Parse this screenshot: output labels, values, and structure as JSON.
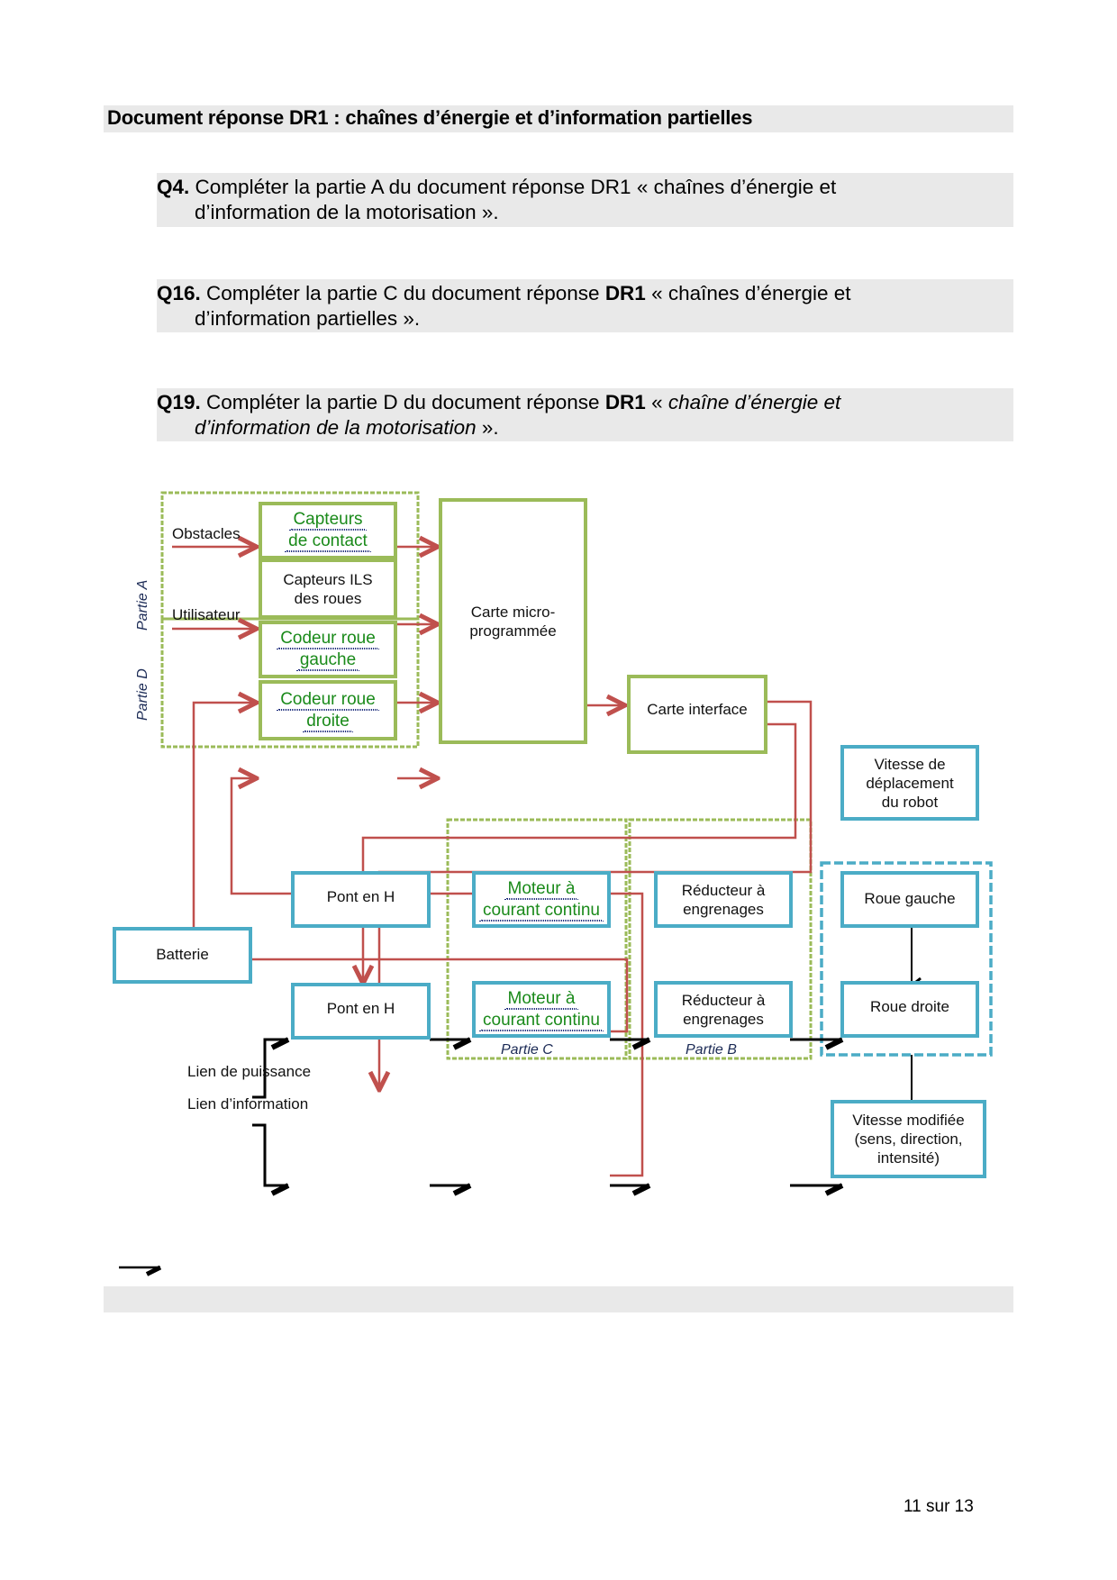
{
  "header": {
    "title": "Document réponse DR1 : chaînes d’énergie et d’information partielles"
  },
  "questions": [
    {
      "num": "Q4.",
      "line1": "Compléter la partie A du document réponse DR1 « chaînes d’énergie et",
      "line2": "d’information de la motorisation »."
    },
    {
      "num": "Q16.",
      "pre": "Compléter la partie C du document réponse",
      "bold": "DR1",
      "post": "« chaînes d’énergie et",
      "line2": "d’information partielles »."
    },
    {
      "num": "Q19.",
      "pre": "Compléter la partie D du document réponse",
      "bold": "DR1",
      "post_plain": "«",
      "post_italic": "chaîne d’énergie et",
      "line2_italic": "d’information de la motorisation",
      "line2_tail": " »."
    }
  ],
  "diagram": {
    "inputs": {
      "obstacles": "Obstacles",
      "utilisateur": "Utilisateur"
    },
    "parts": {
      "a": "Partie A",
      "b": "Partie B",
      "c": "Partie C",
      "d": "Partie D"
    },
    "boxes": {
      "capteurs_contact": {
        "line1": "Capteurs",
        "line2": "de contact"
      },
      "capteurs_ils": {
        "line1": "Capteurs ILS",
        "line2": "des roues"
      },
      "codeur_gauche": {
        "line1": "Codeur roue",
        "line2": "gauche"
      },
      "codeur_droite": {
        "line1": "Codeur roue",
        "line2": "droite"
      },
      "carte_micro": {
        "line1": "Carte micro-",
        "line2": "programmée"
      },
      "carte_interface": "Carte interface",
      "batterie": "Batterie",
      "pont_h_top": "Pont en H",
      "pont_h_bottom": "Pont en H",
      "moteur_top": {
        "line1": "Moteur à",
        "line2": "courant continu"
      },
      "moteur_bottom": {
        "line1": "Moteur à",
        "line2": "courant continu"
      },
      "reducteur_top": {
        "line1": "Réducteur à",
        "line2": "engrenages"
      },
      "reducteur_bottom": {
        "line1": "Réducteur à",
        "line2": "engrenages"
      },
      "roue_gauche": "Roue gauche",
      "roue_droite": "Roue droite",
      "vitesse_deplacement": {
        "line1": "Vitesse de",
        "line2": "déplacement",
        "line3": "du robot"
      },
      "vitesse_modifiee": {
        "line1": "Vitesse modifiée",
        "line2": "(sens, direction,",
        "line3": "intensité)"
      }
    },
    "legend": [
      {
        "label": "Lien de puissance",
        "color": "#000000"
      },
      {
        "label": "Lien d’information",
        "color": "#c0504d"
      }
    ],
    "colors": {
      "green": "#9bbb59",
      "blue": "#4bacc6",
      "red": "#c0504d",
      "answer_text": "#1a8a1a"
    }
  },
  "footer": {
    "page": "11 sur 13"
  }
}
